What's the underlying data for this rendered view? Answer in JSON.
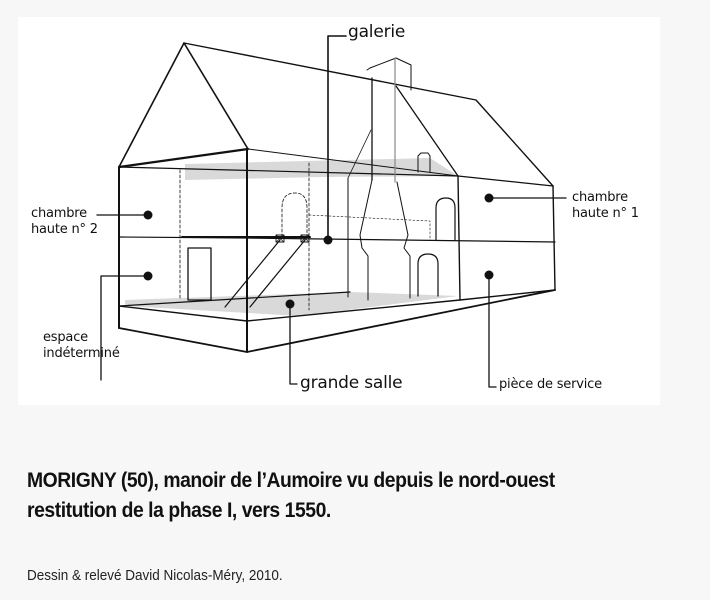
{
  "diagram": {
    "subject": "manoir de l'Aumoire — axonometric cut-away",
    "labels": {
      "galerie": "galerie",
      "chambre_haute_2_line1": "chambre",
      "chambre_haute_2_line2": "haute n° 2",
      "chambre_haute_1_line1": "chambre",
      "chambre_haute_1_line2": "haute n° 1",
      "espace_line1": "espace",
      "espace_line2": "indéterminé",
      "grande_salle": "grande salle",
      "piece_de_service": "pièce de service"
    },
    "colors": {
      "line": "#111111",
      "floor_fill": "#d9d9d9",
      "panel_bg": "#ffffff",
      "page_bg": "#f7f7f7"
    }
  },
  "caption": {
    "line1": "MORIGNY (50), manoir de l’Aumoire vu depuis le nord-ouest",
    "line2": "restitution de la phase I, vers 1550."
  },
  "credit": "Dessin & relevé David Nicolas-Méry, 2010."
}
